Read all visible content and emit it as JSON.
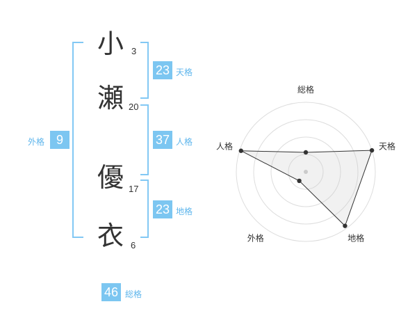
{
  "name": {
    "characters": [
      {
        "char": "小",
        "strokes": "3"
      },
      {
        "char": "瀬",
        "strokes": "20"
      },
      {
        "char": "優",
        "strokes": "17"
      },
      {
        "char": "衣",
        "strokes": "6"
      }
    ]
  },
  "kaku": {
    "tenkaku": {
      "value": "23",
      "label": "天格"
    },
    "jinkaku": {
      "value": "37",
      "label": "人格"
    },
    "chikaku": {
      "value": "23",
      "label": "地格"
    },
    "gaikaku": {
      "value": "9",
      "label": "外格"
    },
    "soukaku": {
      "value": "46",
      "label": "総格"
    }
  },
  "colors": {
    "accent": "#7cc6f1",
    "bracket": "#82c8f4",
    "text": "#333333"
  },
  "chart_data": {
    "type": "radar",
    "axes": [
      "総格",
      "天格",
      "地格",
      "外格",
      "人格"
    ],
    "values": [
      0.28,
      1.0,
      0.96,
      0.16,
      0.98
    ],
    "rlim": [
      0,
      1
    ],
    "rings": 4,
    "grid": true
  }
}
